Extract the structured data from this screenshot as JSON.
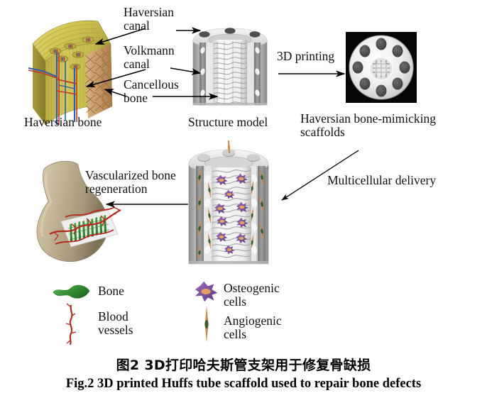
{
  "figure": {
    "caption_cn": "图2 3D打印哈夫斯管支架用于修复骨缺损",
    "caption_en": "Fig.2 3D printed Huffs tube scaffold used to repair bone defects"
  },
  "annotations": {
    "haversian_canal": "Haversian\ncanal",
    "haversian_canal_l1": "Haversian",
    "haversian_canal_l2": "canal",
    "volkmann_canal_l1": "Volkmann",
    "volkmann_canal_l2": "canal",
    "cancellous_bone_l1": "Cancellous",
    "cancellous_bone_l2": "bone",
    "haversian_bone": "Haversian bone",
    "structure_model": "Structure model",
    "printing": "3D printing",
    "scaffolds_l1": "Haversian bone-mimicking",
    "scaffolds_l2": "scaffolds",
    "multicellular": "Multicellular delivery",
    "regeneration_l1": "Vascularized bone",
    "regeneration_l2": "regeneration"
  },
  "legend": {
    "items": [
      {
        "key": "bone",
        "label_l1": "Bone",
        "label_l2": "",
        "color": "#3f9a3c",
        "icon": "bone-icon"
      },
      {
        "key": "blood_vessels",
        "label_l1": "Blood",
        "label_l2": "vessels",
        "color": "#ab3326",
        "icon": "blood-vessel-icon"
      },
      {
        "key": "osteogenic_cells",
        "label_l1": "Osteogenic",
        "label_l2": "cells",
        "color": "#7a4b9e",
        "icon": "osteogenic-cell-icon"
      },
      {
        "key": "angiogenic_cells",
        "label_l1": "Angiogenic",
        "label_l2": "cells",
        "color": "#d98b3f",
        "icon": "angiogenic-cell-icon"
      }
    ]
  },
  "colors": {
    "bone_block": "#cbc04a",
    "bone_block_dark": "#9c9233",
    "trabecular_tan": "#c79a66",
    "vessel_red": "#c0392b",
    "vessel_blue": "#2f5fa8",
    "scaffold_gray": "#d9d9d9",
    "scaffold_gray_dark": "#9a9a9a",
    "limb_bone": "#b8a98b",
    "photo_bg": "#050505",
    "osteogenic_purple": "#7a4b9e",
    "angiogenic_orange": "#d98b3f",
    "green_bone": "#3f9a3c",
    "arrow_black": "#000000"
  },
  "structures": {
    "haversian_bone_block": "curved cortical bone block with osteons, vessels and cancellous mesh",
    "structure_model": "grayscale hollow cylinder model with channel holes and porous core",
    "scaffold_photo": "photograph of printed disc scaffold with 8 peripheral holes",
    "cell_laden_scaffold": "cylinder scaffold seeded with osteogenic and angiogenic cells",
    "regenerated_limb": "bone end with implanted vascularized scaffold"
  },
  "scaffold_photo": {
    "hole_count": 8,
    "center_pattern": "porous core"
  }
}
